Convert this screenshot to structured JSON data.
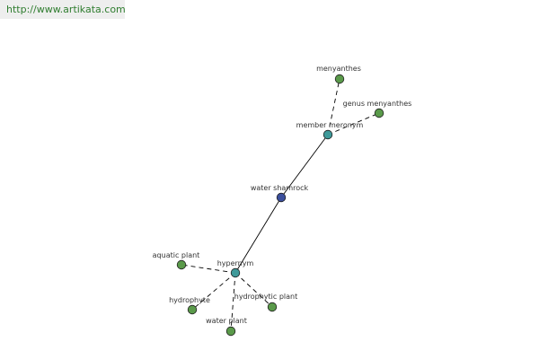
{
  "watermark": {
    "text": "http://www.artikata.com"
  },
  "colors": {
    "leaf": "#5a9a4a",
    "relation": "#3f9a9a",
    "root": "#3b4f9c",
    "edge": "#000000",
    "watermark_text": "#2f7d2f"
  },
  "nodes": [
    {
      "id": "water-shamrock",
      "label": "water shamrock",
      "kind": "root"
    },
    {
      "id": "member-meronym",
      "label": "member meronym",
      "kind": "relation"
    },
    {
      "id": "hypernym",
      "label": "hypernym",
      "kind": "relation"
    },
    {
      "id": "menyanthes",
      "label": "menyanthes",
      "kind": "leaf"
    },
    {
      "id": "genus-menyanthes",
      "label": "genus menyanthes",
      "kind": "leaf"
    },
    {
      "id": "aquatic-plant",
      "label": "aquatic plant",
      "kind": "leaf"
    },
    {
      "id": "hydrophyte",
      "label": "hydrophyte",
      "kind": "leaf"
    },
    {
      "id": "water-plant",
      "label": "water plant",
      "kind": "leaf"
    },
    {
      "id": "hydrophytic-plant",
      "label": "hydrophytic plant",
      "kind": "leaf"
    }
  ],
  "edges": [
    {
      "from": "water-shamrock",
      "to": "member-meronym",
      "style": "solid"
    },
    {
      "from": "water-shamrock",
      "to": "hypernym",
      "style": "solid"
    },
    {
      "from": "member-meronym",
      "to": "menyanthes",
      "style": "dashed"
    },
    {
      "from": "member-meronym",
      "to": "genus-menyanthes",
      "style": "dashed"
    },
    {
      "from": "hypernym",
      "to": "aquatic-plant",
      "style": "dashed"
    },
    {
      "from": "hypernym",
      "to": "hydrophyte",
      "style": "dashed"
    },
    {
      "from": "hypernym",
      "to": "water-plant",
      "style": "dashed"
    },
    {
      "from": "hypernym",
      "to": "hydrophytic-plant",
      "style": "dashed"
    }
  ]
}
